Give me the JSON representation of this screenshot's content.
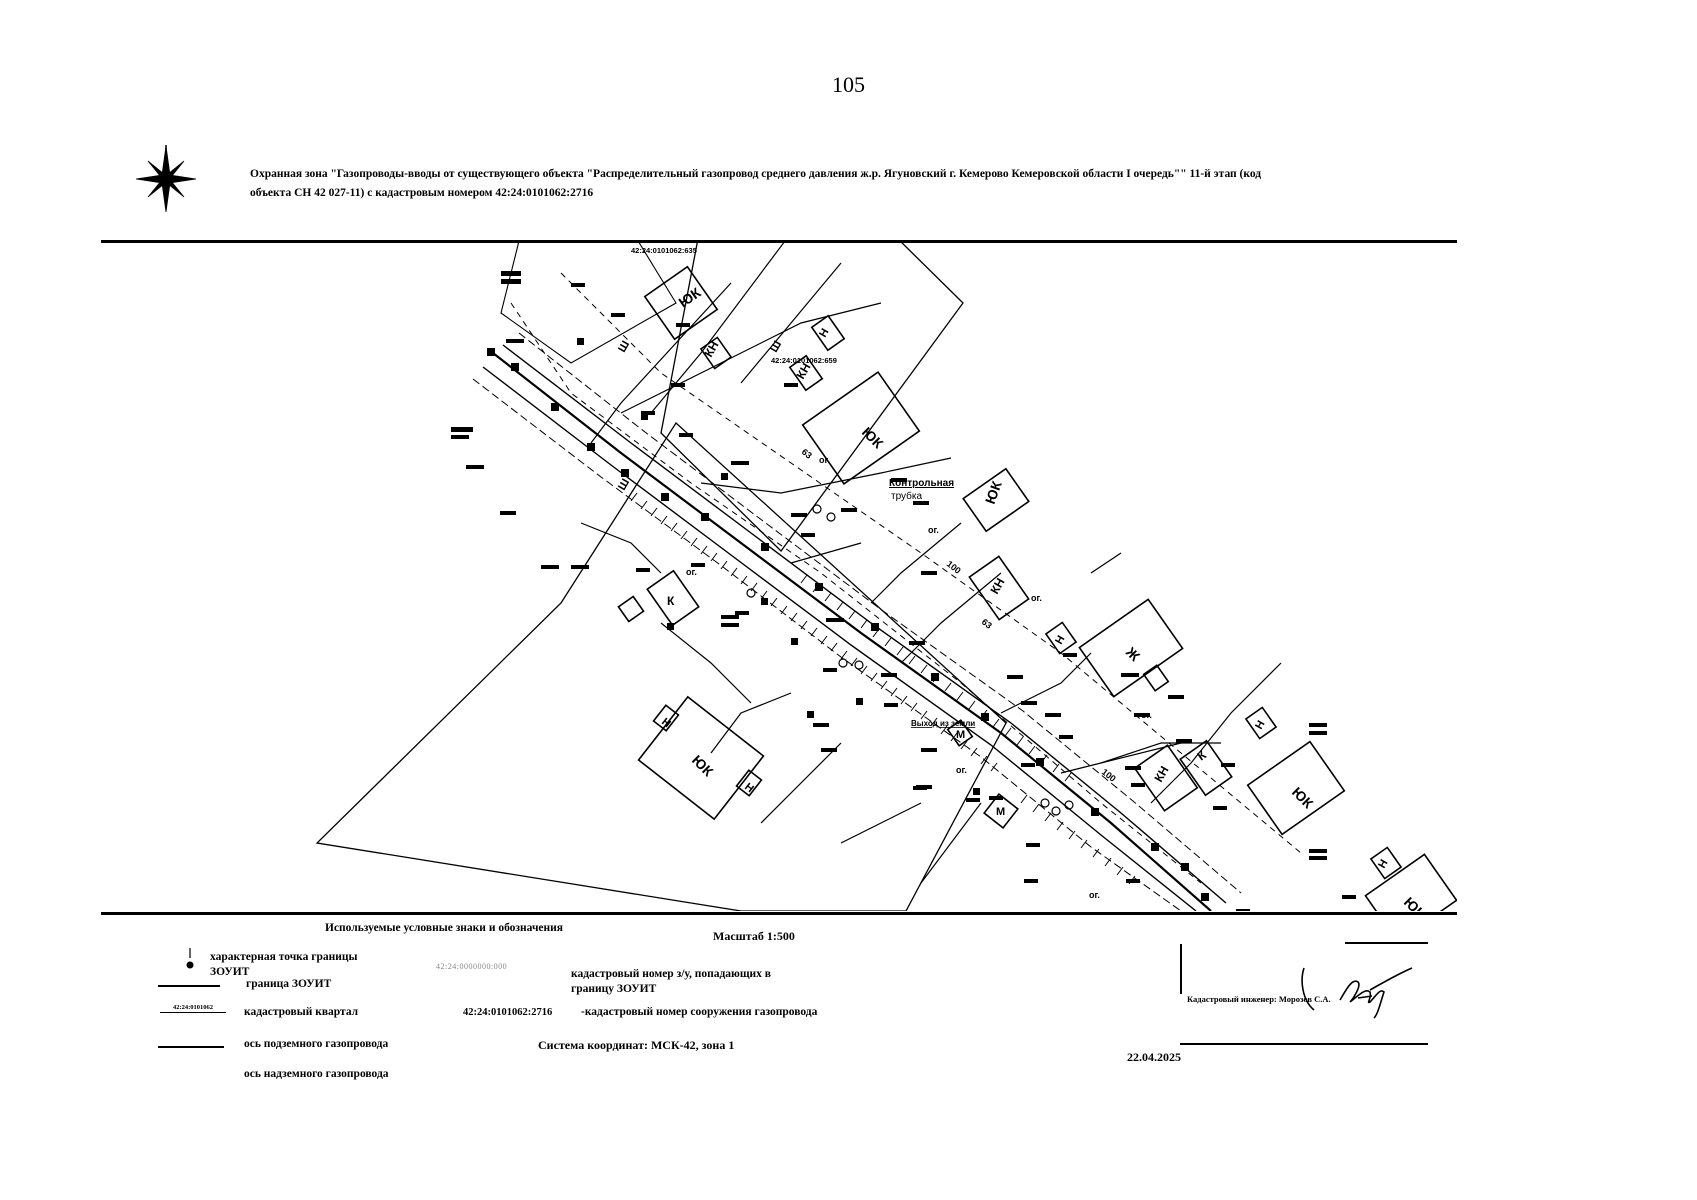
{
  "page": {
    "number": "105"
  },
  "header": {
    "title_line1": "Охранная зона \"Газопроводы-вводы от существующего объекта \"Распределительный газопровод среднего давления ж.р. Ягуновский г. Кемерово Кемеровской области I очередь\"\" 11-й этап (код",
    "title_line2": "объекта СН 42 027-11) с кадастровым номером 42:24:0101062:2716"
  },
  "map": {
    "labels": {
      "cad_top": "42:24:0101062:635",
      "cad_mid": "42:24:0101062:659",
      "control_tube_1": "Контрольная",
      "control_tube_2": "трубка",
      "ns_1": "ЮК",
      "ns_2": "ЮК",
      "ns_3": "ЮК",
      "ns_4": "ЮК",
      "ns_5": "ЮК",
      "ns_6": "ЮК",
      "kn_1": "КН",
      "kn_2": "КН",
      "kn_3": "КН",
      "kn_4": "КН",
      "k_1": "К",
      "k_2": "К",
      "zh_1": "Ж",
      "n_1": "Н",
      "n_2": "Н",
      "n_3": "Н",
      "n_4": "Н",
      "n_5": "Н",
      "n_6": "Н",
      "m_1": "М",
      "m_2": "М",
      "og_1": "ог.",
      "og_2": "ог.",
      "og_3": "ог.",
      "og_4": "ог.",
      "og_5": "ог.",
      "og_6": "ог.",
      "og_7": "ог.",
      "sh_1": "Ш",
      "sh_2": "Ш",
      "sh_3": "Ш",
      "c100_1": "100",
      "c100_2": "100",
      "c63_1": "63",
      "c63_2": "63",
      "vyd": "Выход из земли"
    }
  },
  "legend": {
    "heading": "Используемые условные знаки и обозначения",
    "scale": "Масштаб 1:500",
    "item_point_1": "характерная точка границы",
    "item_point_2": "ЗОУИТ",
    "item_boundary": "граница ЗОУИТ",
    "cadastre_block_sample": "42:24:0101062",
    "item_cadastre_block": "кадастровый квартал",
    "item_underground": "ось подземного газопровода",
    "item_aboveground": "ось надземного газопровода",
    "parcel_sample": "42:24:0000000:000",
    "item_parcel_1": "кадастровый номер з/у, попадающих в",
    "item_parcel_2": "границу ЗОУИТ",
    "structure_number": "42:24:0101062:2716",
    "item_structure": "-кадастровый номер сооружения газопровода",
    "coordinate_system": "Система координат: МСК-42, зона 1"
  },
  "signature": {
    "label": "Кадастровый инженер: Морозов С.А.",
    "date": "22.04.2025"
  }
}
